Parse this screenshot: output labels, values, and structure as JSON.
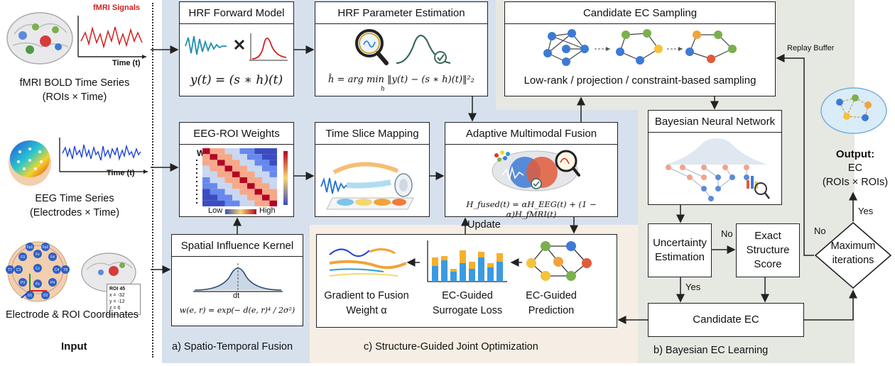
{
  "input": {
    "fmri_signal_label": "fMRI Signals",
    "time_axis": "Time (t)",
    "fmri_caption_line1": "fMRI BOLD Time Series",
    "fmri_caption_line2": "(ROIs × Time)",
    "eeg_caption_line1": "EEG Time Series",
    "eeg_caption_line2": "(Electrodes × Time)",
    "coord_caption": "Electrode & ROI Coordinates",
    "roi_box": {
      "title": "ROI 45",
      "x": "x = -32",
      "y": "y = -12",
      "z": "z = 6"
    },
    "electrode_labels": [
      "F3",
      "Fz",
      "F4",
      "C3",
      "Cz",
      "C4",
      "P3",
      "Pz",
      "P4",
      "T7",
      "T8",
      "O1",
      "O2",
      "Fp1",
      "Fp2"
    ],
    "title": "Input"
  },
  "fusion": {
    "hrf_forward": {
      "title": "HRF Forward Model",
      "equation": "y(t) = (s ∗ h)(t)"
    },
    "hrf_param": {
      "title": "HRF Parameter Estimation",
      "equation": "ĥ = arg min ‖y(t) − (s ∗ h)(t)‖²₂",
      "sub": "h"
    },
    "eeg_roi": {
      "title": "EEG-ROI Weights",
      "axis_w": "W",
      "legend_low": "Low",
      "legend_high": "High"
    },
    "time_slice": {
      "title": "Time Slice Mapping"
    },
    "adaptive": {
      "title": "Adaptive Multimodal Fusion",
      "equation": "H_fused(t) = αH_EEG(t) + (1 − α)H_fMRI(t)"
    },
    "spatial": {
      "title": "Spatial Influence Kernel",
      "axis": "dt",
      "equation": "w(e, r) = exp(− d(e, r)⁴ / 2σ²)"
    },
    "label": "a) Spatio-Temporal Fusion"
  },
  "joint": {
    "update": "Update",
    "gradient_line1": "Gradient to Fusion",
    "gradient_line2": "Weight α",
    "surrogate_line1": "EC-Guided",
    "surrogate_line2": "Surrogate Loss",
    "prediction_line1": "EC-Guided",
    "prediction_line2": "Prediction",
    "label": "c)  Structure-Guided Joint Optimization"
  },
  "bayes": {
    "sampling": {
      "title": "Candidate EC Sampling",
      "caption": "Low-rank / projection / constraint-based sampling"
    },
    "bnn": {
      "title": "Bayesian Neural Network"
    },
    "uncertainty_line1": "Uncertainty",
    "uncertainty_line2": "Estimation",
    "exact_line1": "Exact",
    "exact_line2": "Structure",
    "exact_line3": "Score",
    "candidate": "Candidate EC",
    "no_label": "No",
    "yes_label": "Yes",
    "label": "b) Bayesian EC Learning"
  },
  "decision": {
    "line1": "Maximum",
    "line2": "iterations",
    "no_label": "No",
    "yes_label": "Yes",
    "replay": "Replay Buffer"
  },
  "output": {
    "title": "Output:",
    "line2": "EC",
    "line3": "(ROIs × ROIs)"
  },
  "colors": {
    "fusion_bg": "#d7e1ee",
    "joint_bg": "#f6eee4",
    "bayes_bg": "#e6e8e2"
  }
}
